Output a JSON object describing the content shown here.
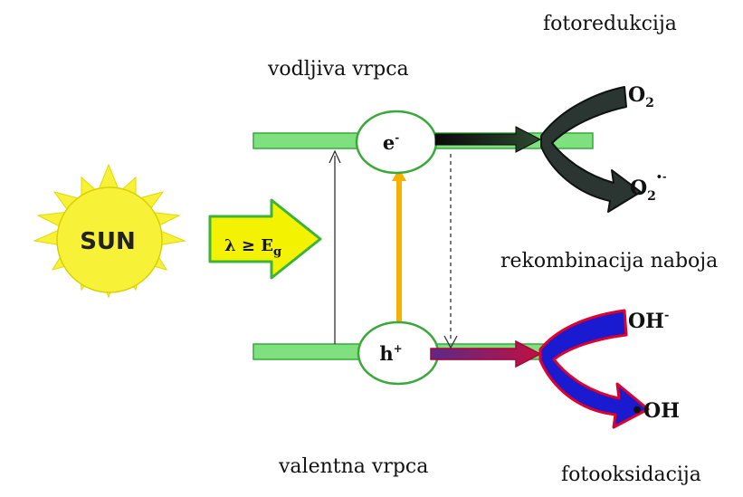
{
  "labels": {
    "photoreduction": "fotoredukcija",
    "conduction_band": "vodljiva vrpca",
    "recombination": "rekombinacija naboja",
    "valence_band": "valentna vrpca",
    "photooxidation": "fotooksidacija"
  },
  "sun": {
    "label": "SUN"
  },
  "excitation": {
    "lambda": "λ ≥ E",
    "subscript": "g"
  },
  "carriers": {
    "electron_base": "e",
    "electron_sup": "-",
    "hole_base": "h",
    "hole_sup": "+"
  },
  "species": {
    "o2": "O",
    "o2_sub": "2",
    "superoxide": "O",
    "superoxide_sub": "2",
    "superoxide_sup": "•-",
    "hydroxide": "OH",
    "hydroxide_sup": "-",
    "hydroxyl_radical": "•OH"
  },
  "colors": {
    "band": "#7fe07f",
    "band_border": "#3aa83a",
    "sun": "#f7f238",
    "sun_border": "#d9d000",
    "excitation_arrow": "#f3f200",
    "excitation_border": "#3cb43c",
    "electron_arrow": "#1a1a1a",
    "orange_arrow": "#f5b000",
    "hole_arrow": "#8a2d5a",
    "reduction_arrow": "#2b3532",
    "oxidation_arrow": "#1a1ad0",
    "oxidation_border": "#e0002a"
  }
}
